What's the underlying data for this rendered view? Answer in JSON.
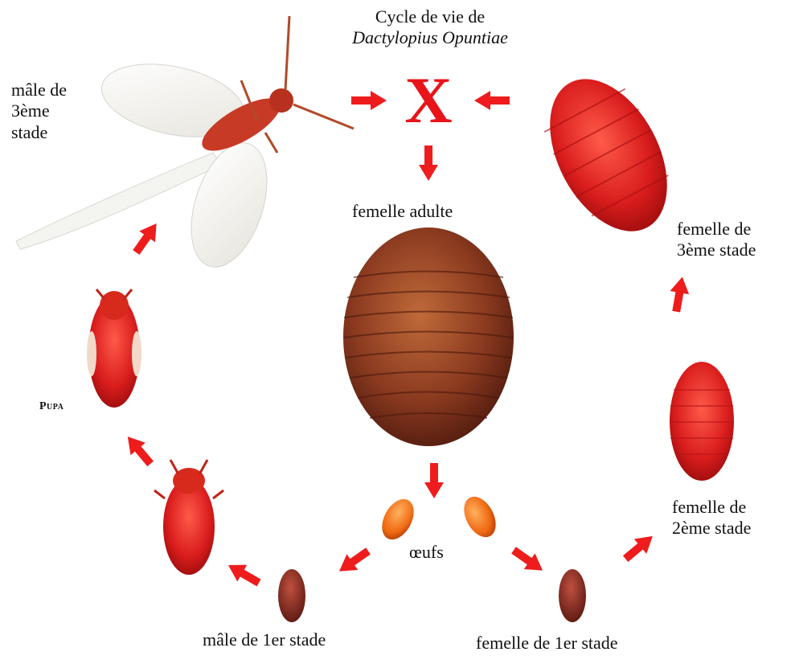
{
  "title": {
    "line1": "Cycle de vie de",
    "line2": "Dactylopius Opuntiae"
  },
  "cross_symbol": "X",
  "stages": {
    "male_3": [
      "mâle de",
      "3ème",
      "stade"
    ],
    "female_adult": "femelle adulte",
    "female_3": [
      "femelle de",
      "3ème stade"
    ],
    "pupa": "Pupa",
    "female_2": [
      "femelle de",
      "2ème stade"
    ],
    "eggs": "œufs",
    "male_1": "mâle de 1er stade",
    "female_1": "femelle de 1er stade"
  },
  "colors": {
    "arrow": "#ee1c1c",
    "insect_red": "#d81c1c",
    "adult_brown": "#7a2f1a",
    "egg_orange": "#f06a12"
  },
  "icons": [
    "arrow-icon",
    "cross-icon"
  ]
}
